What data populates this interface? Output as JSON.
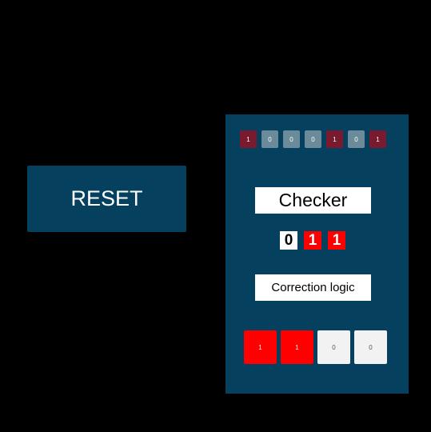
{
  "reset_label": "RESET",
  "codeword_bits": [
    "1",
    "0",
    "0",
    "0",
    "1",
    "0",
    "1"
  ],
  "checker": {
    "title": "Checker",
    "syndrome": [
      "0",
      "1",
      "1"
    ]
  },
  "correction": {
    "title": "Correction logic",
    "outputs": [
      "1",
      "1",
      "0",
      "0"
    ]
  },
  "colors": {
    "background": "#000000",
    "panel": "#05415e",
    "bit_one": "#7a1a2e",
    "bit_zero": "#6b8a9a",
    "active_red": "#ff0000",
    "inactive_white": "#f2f2f2"
  }
}
